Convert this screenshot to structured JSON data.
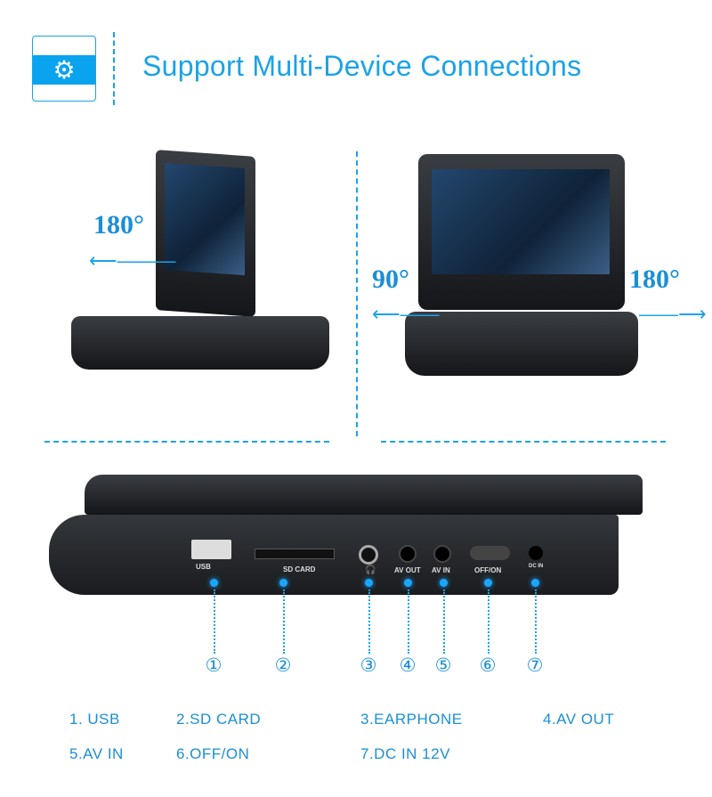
{
  "header": {
    "icon": "gear-icon",
    "title": "Support Multi-Device Connections"
  },
  "rotation": {
    "left_angle": "180°",
    "right_left_angle": "90°",
    "right_right_angle": "180°"
  },
  "ports": {
    "usb": "USB",
    "sd": "SD CARD",
    "av_out": "AV OUT",
    "av_in": "AV IN",
    "switch": "OFF/ON",
    "dc": "DC IN"
  },
  "markers": [
    "①",
    "②",
    "③",
    "④",
    "⑤",
    "⑥",
    "⑦"
  ],
  "labels": [
    "1. USB",
    "2.SD CARD",
    "3.EARPHONE",
    "4.AV OUT",
    "5.AV IN",
    "6.OFF/ON",
    "7.DC IN 12V"
  ],
  "colors": {
    "accent": "#1aa3e8"
  }
}
